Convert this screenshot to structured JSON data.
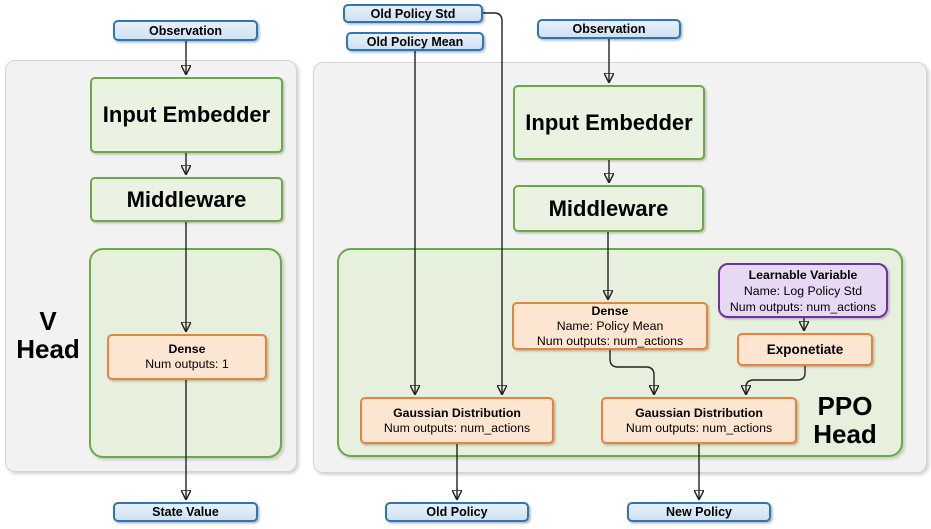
{
  "colors": {
    "blue_border": "#2e75b6",
    "blue_fill": "#deebf7",
    "green_border": "#6aaa46",
    "green_fill": "#eaf3e2",
    "green_container_fill": "#e6f0dc",
    "orange_border": "#e8823c",
    "orange_fill": "#fce6d2",
    "purple_border": "#7030a0",
    "purple_fill": "#e7d9f3",
    "gray_container_fill": "#f2f2f2",
    "wire_color": "#222222"
  },
  "v_head": {
    "label_line1": "V",
    "label_line2": "Head",
    "observation": "Observation",
    "input_embedder": "Input Embedder",
    "middleware": "Middleware",
    "dense": {
      "title": "Dense",
      "outputs": "Num outputs: 1"
    },
    "state_value": "State Value"
  },
  "ppo_head": {
    "label_line1": "PPO",
    "label_line2": "Head",
    "old_policy_std": "Old Policy Std",
    "old_policy_mean": "Old Policy Mean",
    "observation": "Observation",
    "input_embedder": "Input Embedder",
    "middleware": "Middleware",
    "dense": {
      "title": "Dense",
      "name": "Name: Policy Mean",
      "outputs": "Num outputs: num_actions"
    },
    "learnable_variable": {
      "title": "Learnable Variable",
      "name": "Name: Log Policy Std",
      "outputs": "Num outputs: num_actions"
    },
    "exponetiate": "Exponetiate",
    "gaussian_old": {
      "title": "Gaussian Distribution",
      "outputs": "Num outputs: num_actions"
    },
    "gaussian_new": {
      "title": "Gaussian Distribution",
      "outputs": "Num outputs: num_actions"
    },
    "old_policy": "Old Policy",
    "new_policy": "New Policy"
  }
}
